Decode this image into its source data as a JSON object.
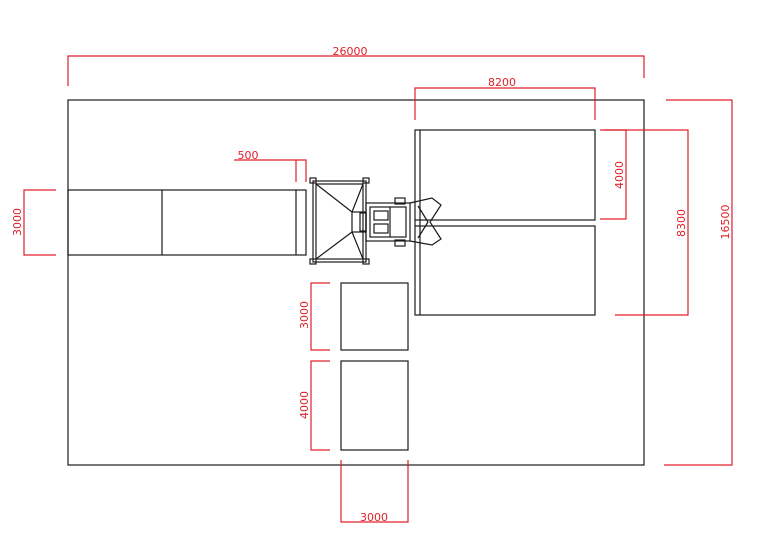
{
  "drawing": {
    "outline_color": "#1a1a1a",
    "dimension_color": "#e0202a",
    "dimensions": {
      "overall_width": "26000",
      "overall_height": "16500",
      "top_right_width": "8200",
      "right_block_height": "8300",
      "top_right_cell_height": "4000",
      "feed_offset": "500",
      "conveyor_width": "3000",
      "lower_box_one_height": "3000",
      "lower_box_two_height": "4000",
      "lower_box_width": "3000"
    }
  }
}
